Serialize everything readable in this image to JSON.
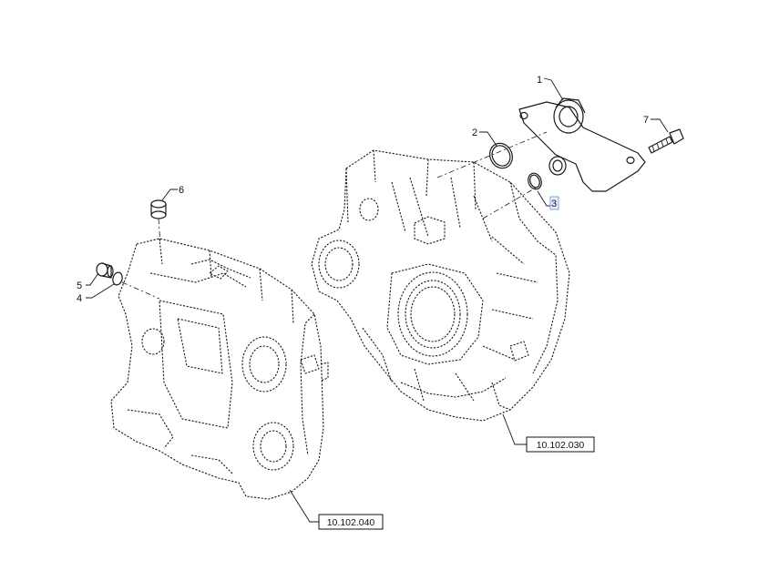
{
  "callouts": {
    "c1": "1",
    "c2": "2",
    "c3": "3",
    "c4": "4",
    "c5": "5",
    "c6": "6",
    "c7": "7"
  },
  "references": {
    "right_housing": "10.102.030",
    "left_housing": "10.102.040"
  },
  "highlight_color": "#6a8fd8"
}
